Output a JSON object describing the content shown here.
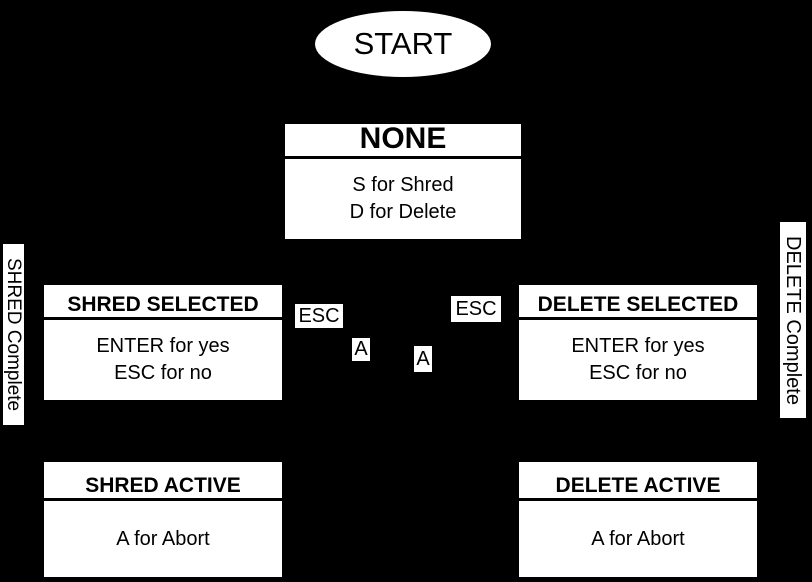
{
  "colors": {
    "background": "#000000",
    "node_fill": "#ffffff",
    "node_text": "#000000",
    "divider": "#000000"
  },
  "nodes": {
    "start": {
      "label": "START"
    },
    "none": {
      "title": "NONE",
      "body": [
        "S for Shred",
        "D for Delete"
      ]
    },
    "shred_selected": {
      "title": "SHRED SELECTED",
      "body": [
        "ENTER for yes",
        "ESC for no"
      ]
    },
    "delete_selected": {
      "title": "DELETE SELECTED",
      "body": [
        "ENTER for yes",
        "ESC for no"
      ]
    },
    "shred_active": {
      "title": "SHRED ACTIVE",
      "body": [
        "A for Abort"
      ]
    },
    "delete_active": {
      "title": "DELETE ACTIVE",
      "body": [
        "A for Abort"
      ]
    }
  },
  "edge_labels": {
    "esc_left": "ESC",
    "esc_right": "ESC",
    "a_left": "A",
    "a_right": "A",
    "shred_complete": "SHRED Complete",
    "delete_complete": "DELETE Complete"
  }
}
